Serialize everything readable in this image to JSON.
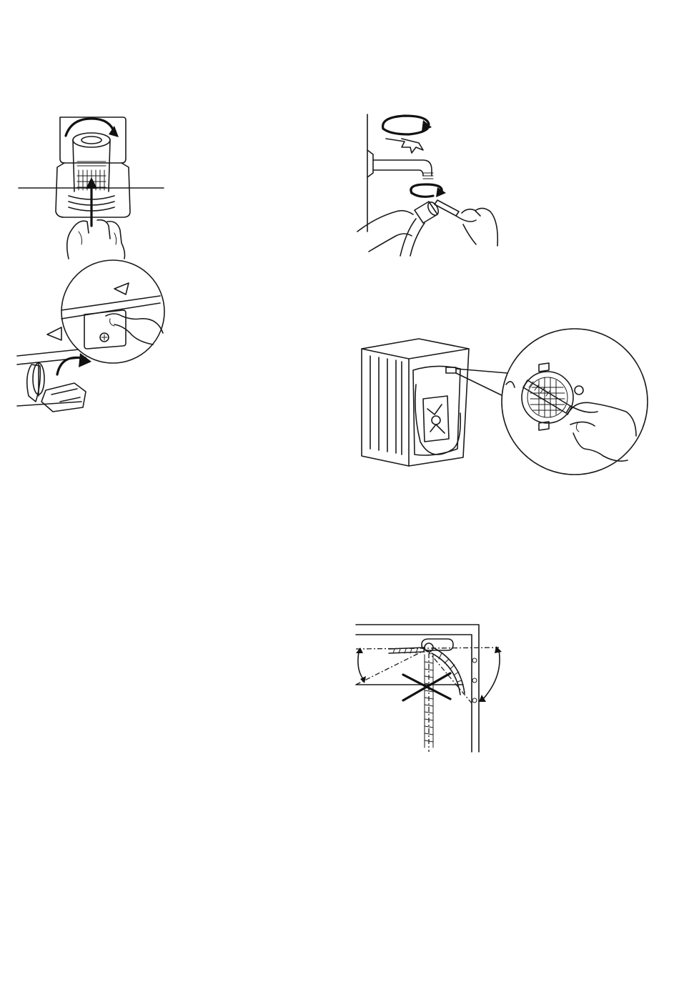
{
  "page": {
    "figures": [
      {
        "id": "filter-pull"
      },
      {
        "id": "tap-inlet-cleaning"
      },
      {
        "id": "filter-flap"
      },
      {
        "id": "machine-inlet-cleaning"
      },
      {
        "id": "drain-hose-routing"
      }
    ]
  },
  "colors": {
    "ink": "#1a1a1a",
    "paper": "#ffffff"
  }
}
